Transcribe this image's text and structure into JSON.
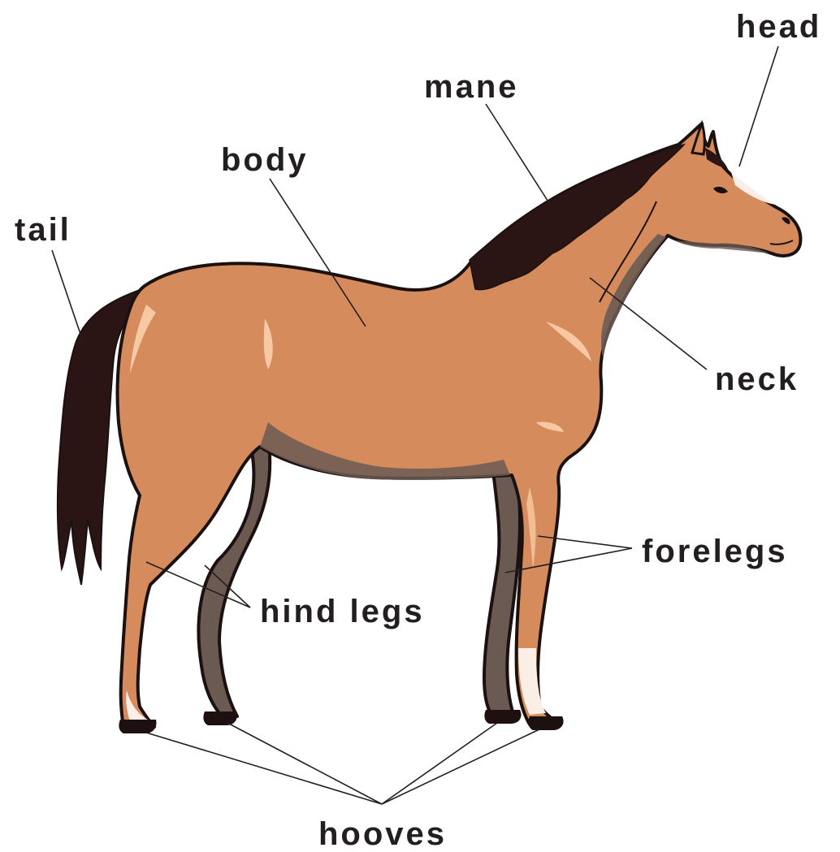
{
  "labels": {
    "head": "head",
    "mane": "mane",
    "body": "body",
    "tail": "tail",
    "neck": "neck",
    "forelegs": "forelegs",
    "hind_legs": "hind legs",
    "hooves": "hooves"
  },
  "colors": {
    "coat": "#d68b5c",
    "coat_shadow": "#6b5a52",
    "highlight": "#f6c9a4",
    "mane_tail": "#2a1414",
    "hoof": "#1e0f10",
    "sock": "#fbeee6",
    "outline": "#1a1110",
    "label_text": "#231f20"
  }
}
